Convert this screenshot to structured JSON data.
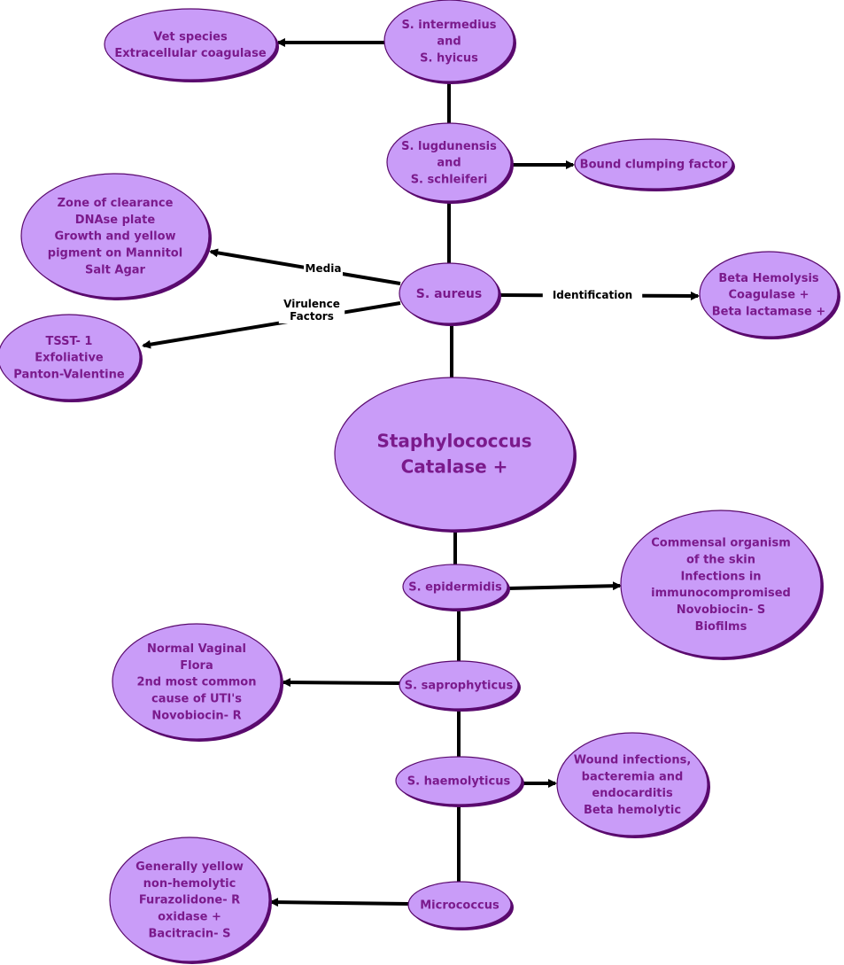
{
  "colors": {
    "fill": "#c99cf8",
    "outline": "#5a0a6e",
    "text": "#7b1a8c",
    "line": "#000000"
  },
  "nodes": {
    "intermedius": [
      "S. intermedius",
      "and",
      "S. hyicus"
    ],
    "vet": [
      "Vet species",
      "Extracellular coagulase"
    ],
    "lugdunensis": [
      "S. lugdunensis",
      "and",
      "S. schleiferi"
    ],
    "bound": [
      "Bound clumping factor"
    ],
    "zone": [
      "Zone of clearance",
      "DNAse plate",
      "Growth and yellow",
      "pigment on Mannitol",
      "Salt Agar"
    ],
    "aureus": [
      "S. aureus"
    ],
    "beta": [
      "Beta Hemolysis",
      "Coagulase +",
      "Beta lactamase +"
    ],
    "tsst": [
      "TSST- 1",
      "Exfoliative",
      "Panton-Valentine"
    ],
    "staph": [
      "Staphylococcus",
      "Catalase +"
    ],
    "epidermidis": [
      "S. epidermidis"
    ],
    "commensal": [
      "Commensal organism",
      "of the skin",
      "Infections in",
      "immunocompromised",
      "Novobiocin- S",
      "Biofilms"
    ],
    "vaginal": [
      "Normal Vaginal",
      "Flora",
      "2nd most common",
      "cause of UTI's",
      "Novobiocin- R"
    ],
    "saprophyticus": [
      "S. saprophyticus"
    ],
    "haemolyticus": [
      "S. haemolyticus"
    ],
    "wound": [
      "Wound infections,",
      "bacteremia and",
      "endocarditis",
      "Beta hemolytic"
    ],
    "micrococcus": [
      "Micrococcus"
    ],
    "yellow": [
      "Generally yellow",
      "non-hemolytic",
      "Furazolidone- R",
      "oxidase +",
      "Bacitracin- S"
    ]
  },
  "edge_labels": {
    "media": [
      "Media"
    ],
    "virulence": [
      "Virulence",
      "Factors"
    ],
    "identification": [
      "Identification"
    ]
  }
}
